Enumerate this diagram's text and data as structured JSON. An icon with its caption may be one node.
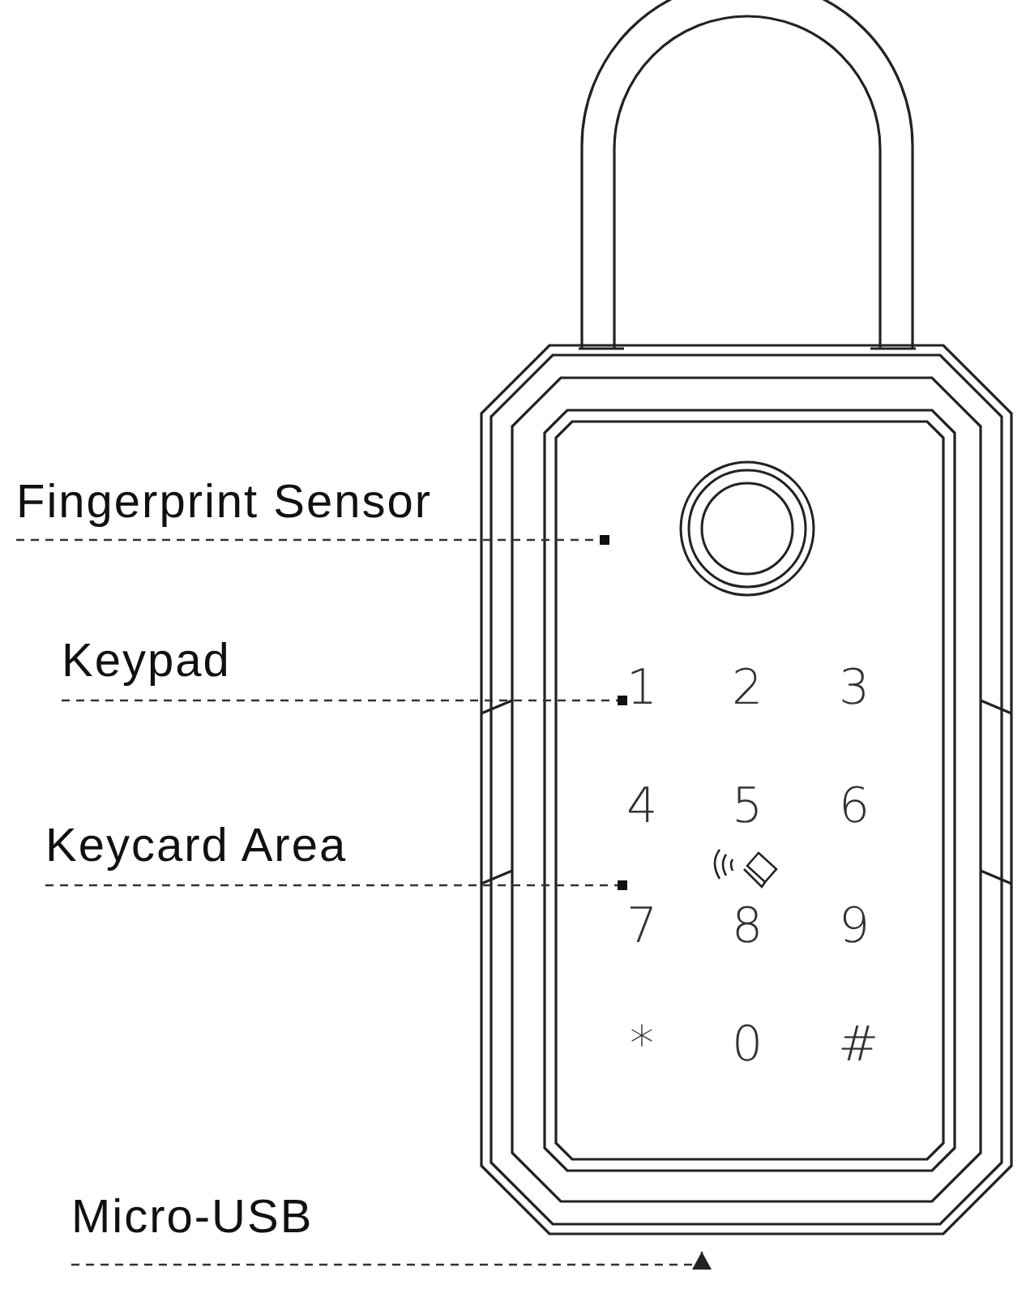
{
  "diagram": {
    "nodes": [
      {
        "text": [
          "Fingerprint Sensor"
        ]
      },
      {
        "text": [],
        "shape": "circle"
      },
      {
        "text": [
          "Keypad"
        ]
      },
      {
        "text": [
          "1"
        ]
      },
      {
        "text": [
          "Keycard Area"
        ]
      },
      {
        "text": [
          "7"
        ]
      },
      {
        "text": [
          "Micro-USB"
        ]
      }
    ],
    "edges": [
      {
        "from": 0,
        "to": 1,
        "arrow": "other",
        "style": "dashed"
      },
      {
        "from": 2,
        "to": 3,
        "arrow": "other",
        "style": "dashed"
      },
      {
        "from": 4,
        "to": 5,
        "arrow": "other",
        "style": "dashed"
      },
      {
        "from": 6,
        "to": null,
        "arrow": "to",
        "style": "dashed"
      }
    ],
    "labels": [
      "2",
      "3",
      "4",
      "5",
      "6",
      "8",
      "9",
      "*",
      "0",
      "#"
    ]
  }
}
